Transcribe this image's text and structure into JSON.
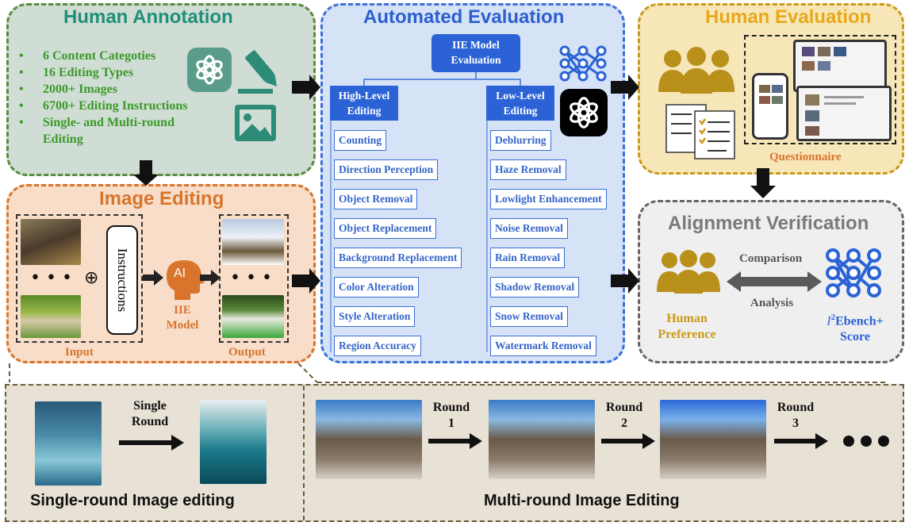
{
  "human_annotation": {
    "title": "Human Annotation",
    "items": [
      "6 Content Categoties",
      "16 Editing Types",
      "2000+ Images",
      "6700+ Editing Instructions",
      "Single- and Multi-round Editing"
    ]
  },
  "automated_evaluation": {
    "title": "Automated Evaluation",
    "root_line1": "IIE Model",
    "root_line2": "Evaluation",
    "high_level": {
      "line1": "High-Level",
      "line2": "Editing",
      "items": [
        "Counting",
        "Direction Perception",
        "Object Removal",
        "Object Replacement",
        "Background Replacement",
        "Color Alteration",
        "Style Alteration",
        "Region Accuracy"
      ]
    },
    "low_level": {
      "line1": "Low-Level",
      "line2": "Editing",
      "items": [
        "Deblurring",
        "Haze Removal",
        "Lowlight Enhancement",
        "Noise Removal",
        "Rain Removal",
        "Shadow Removal",
        "Snow Removal",
        "Watermark Removal"
      ]
    }
  },
  "human_evaluation": {
    "title": "Human Evaluation",
    "questionnaire": "Questionnaire"
  },
  "image_editing": {
    "title": "Image Editing",
    "dots": "• • •",
    "plus": "⊕",
    "instructions": "Instructions",
    "ai_label": "AI",
    "model_line1": "IIE",
    "model_line2": "Model",
    "input_label": "Input",
    "output_label": "Output"
  },
  "alignment": {
    "title": "Alignment Verification",
    "comparison": "Comparison",
    "analysis": "Analysis",
    "human_line1": "Human",
    "human_line2": "Preference",
    "score_i": "I",
    "score_sup": "2",
    "score_rest": "Ebench+",
    "score_line2": "Score"
  },
  "bottom": {
    "single_arrow_line1": "Single",
    "single_arrow_line2": "Round",
    "single_label": "Single-round Image editing",
    "round1_line1": "Round",
    "round1_line2": "1",
    "round2_line1": "Round",
    "round2_line2": "2",
    "round3_line1": "Round",
    "round3_line2": "3",
    "multi_label": "Multi-round Image Editing"
  },
  "colors": {
    "annotation_bg": "#cfddd4",
    "annotation_border": "#5a8a3c",
    "annotation_title": "#1f8f7a",
    "annotation_text": "#3c9a2a",
    "automated_bg": "#d6e3f6",
    "automated_border": "#3b6fd8",
    "human_eval_bg": "#f7e7b8",
    "human_eval_border": "#c99a1a",
    "editing_bg": "#f8ddc8",
    "editing_border": "#d8742c",
    "alignment_bg": "#efefef",
    "alignment_border": "#666666",
    "bottom_bg": "#e8e1d5",
    "bottom_border": "#6a5a3a"
  },
  "icons": [
    "openai-logo-icon",
    "pen-icon",
    "image-icon",
    "neural-network-icon",
    "people-icon",
    "questionnaire-icon",
    "ai-head-icon",
    "double-arrow-icon",
    "ellipsis-icon"
  ]
}
